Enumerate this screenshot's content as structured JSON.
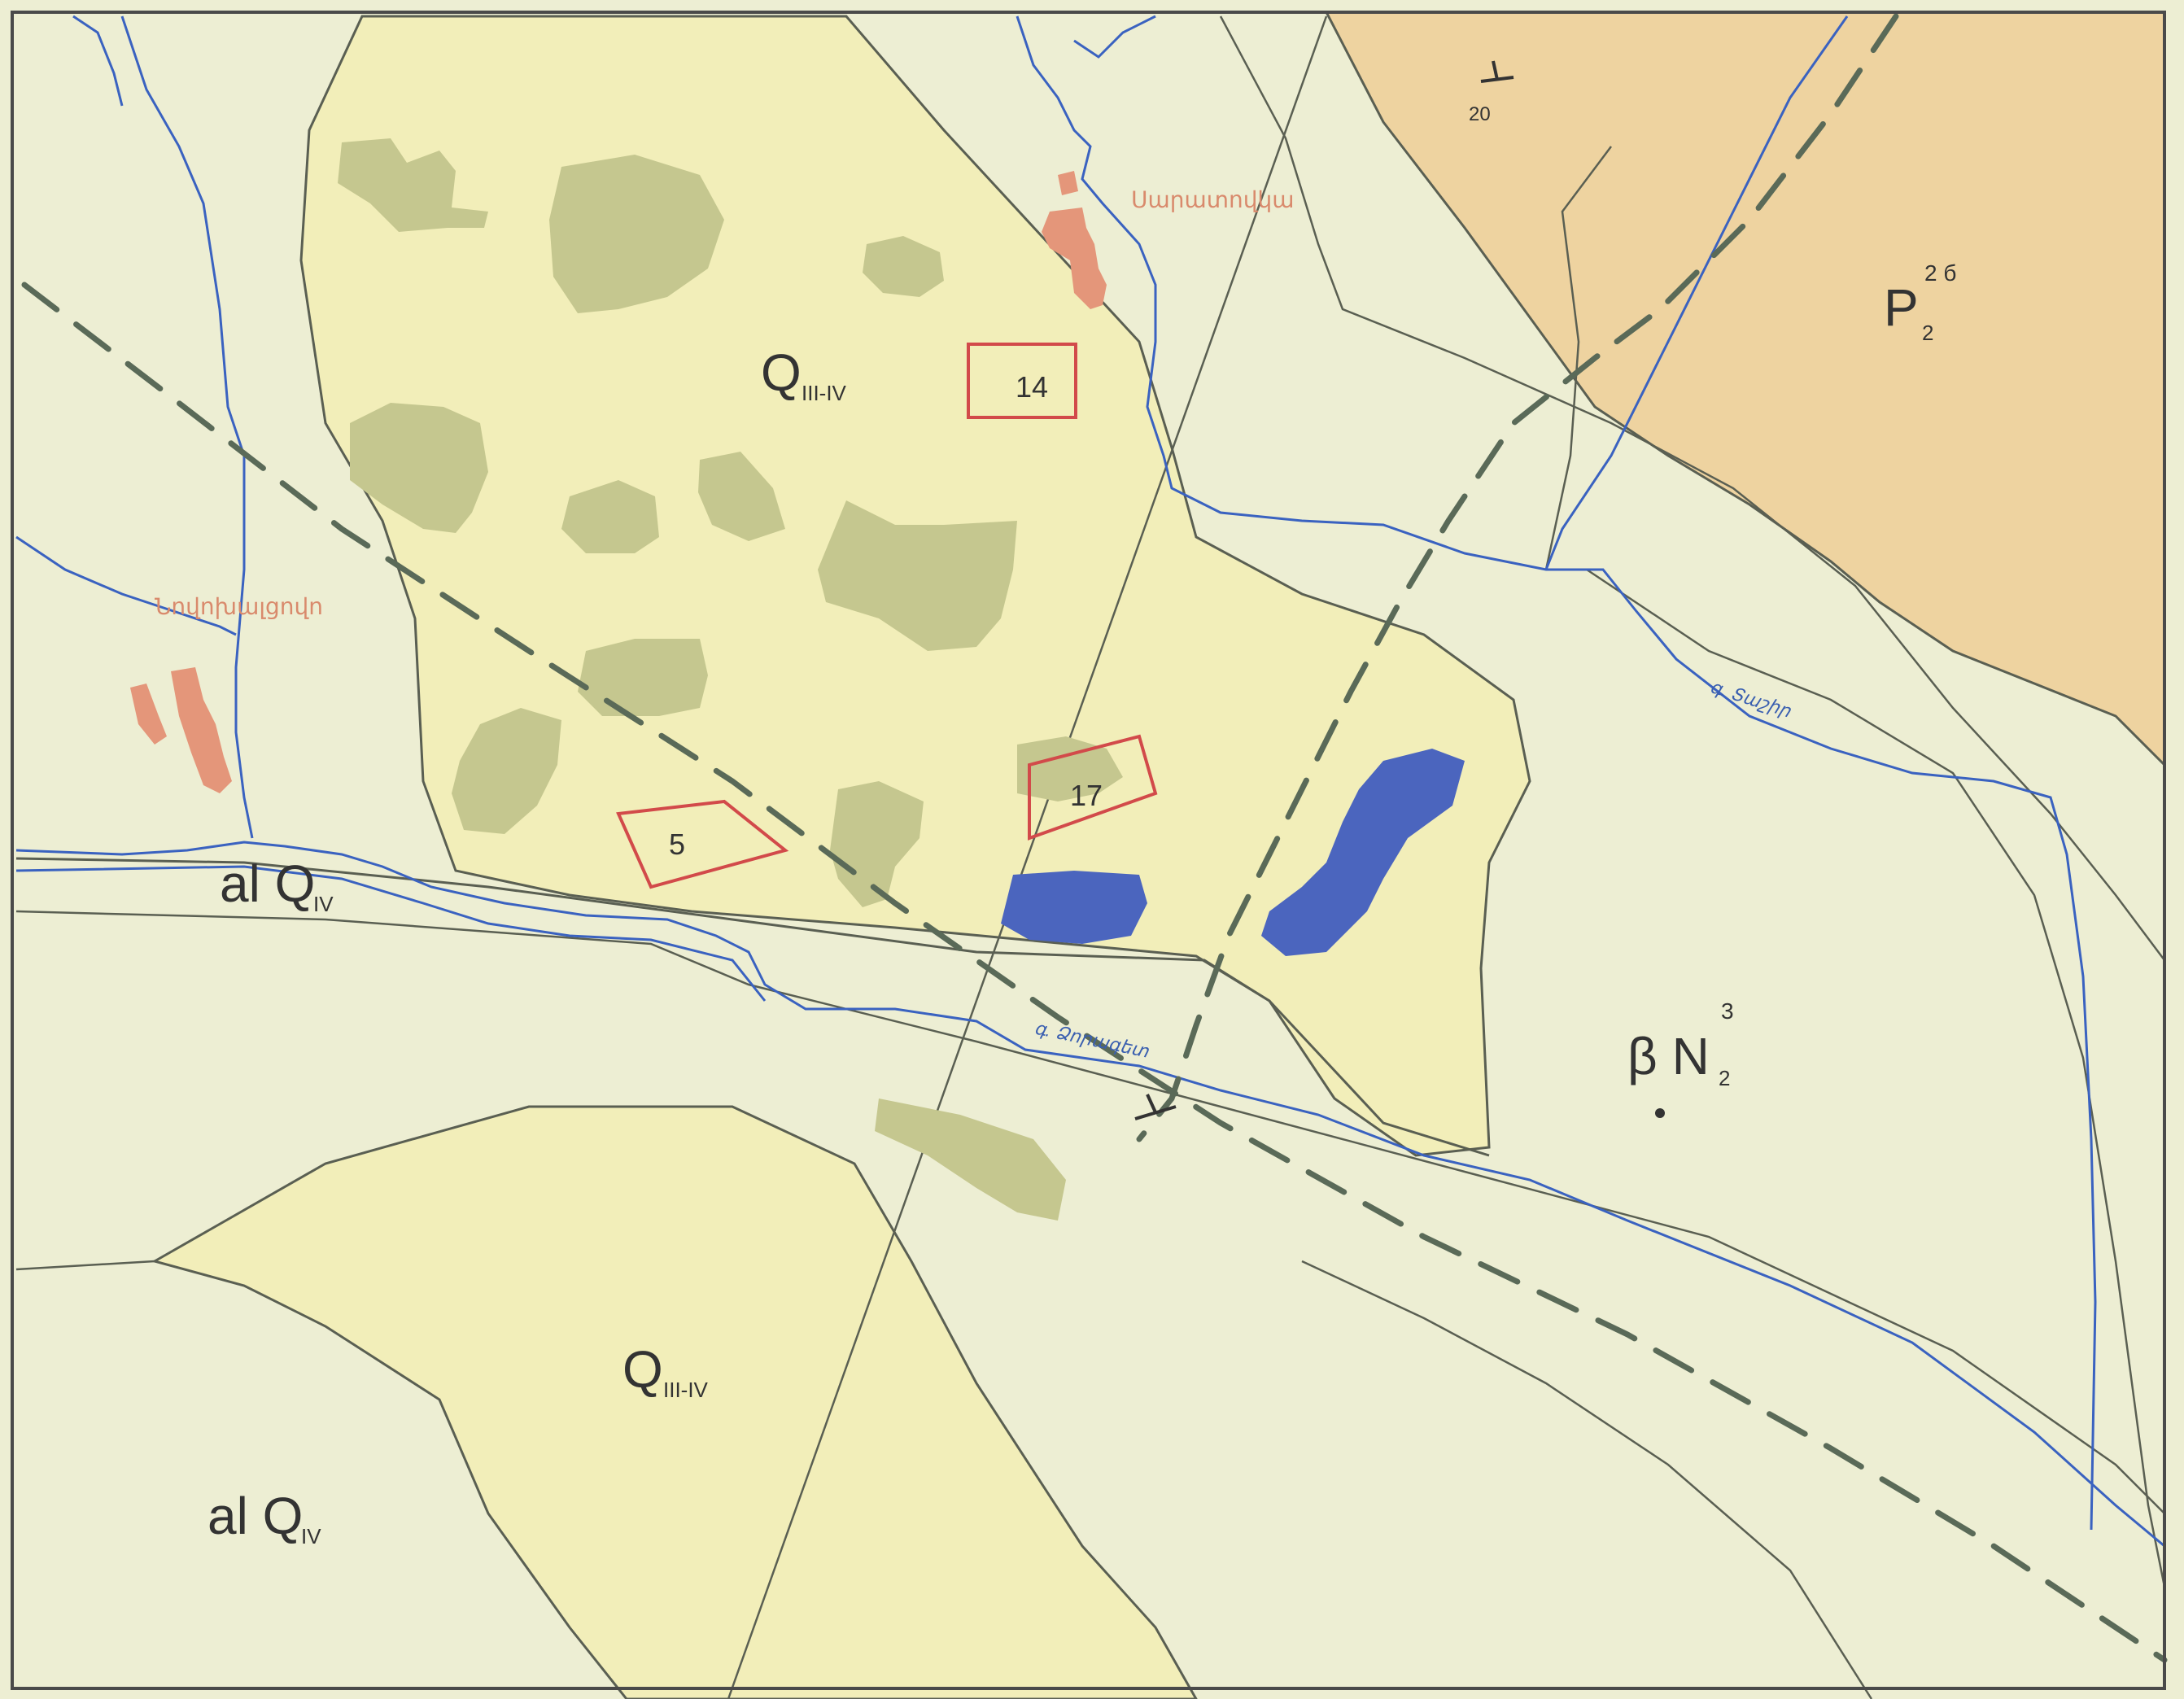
{
  "colors": {
    "background_alluvium": "#edeed3",
    "quaternary_deposits": "#f2eeb9",
    "permian": "#eed3a0",
    "vegetation": "#c5c78f",
    "lake": "#4b65be",
    "settlement": "#e4967a",
    "river": "#3a62c0",
    "contact": "#5a5f52",
    "fault": "#5a6a58",
    "site_outline": "#d24a4a",
    "frame": "#4a4a4a"
  },
  "units": {
    "q_upper": {
      "main": "Q",
      "sub": "III-IV"
    },
    "q_lower": {
      "main": "Q",
      "sub": "III-IV"
    },
    "al_upper": {
      "main": "al Q",
      "sub": "IV"
    },
    "al_lower": {
      "main": "al Q",
      "sub": "IV"
    },
    "permian": {
      "main": "P",
      "sub": "2",
      "sup": "2 б"
    },
    "basalt": {
      "main": "β N",
      "sub": "2",
      "sup": "3"
    }
  },
  "villages": {
    "north": "Սարատովկա",
    "west": "Նովոխալցովո"
  },
  "rivers": {
    "north": "գ. Տաշիր",
    "south": "գ. Ձորագետ"
  },
  "sites": [
    "14",
    "17",
    "5"
  ],
  "dip": {
    "value": "20"
  }
}
